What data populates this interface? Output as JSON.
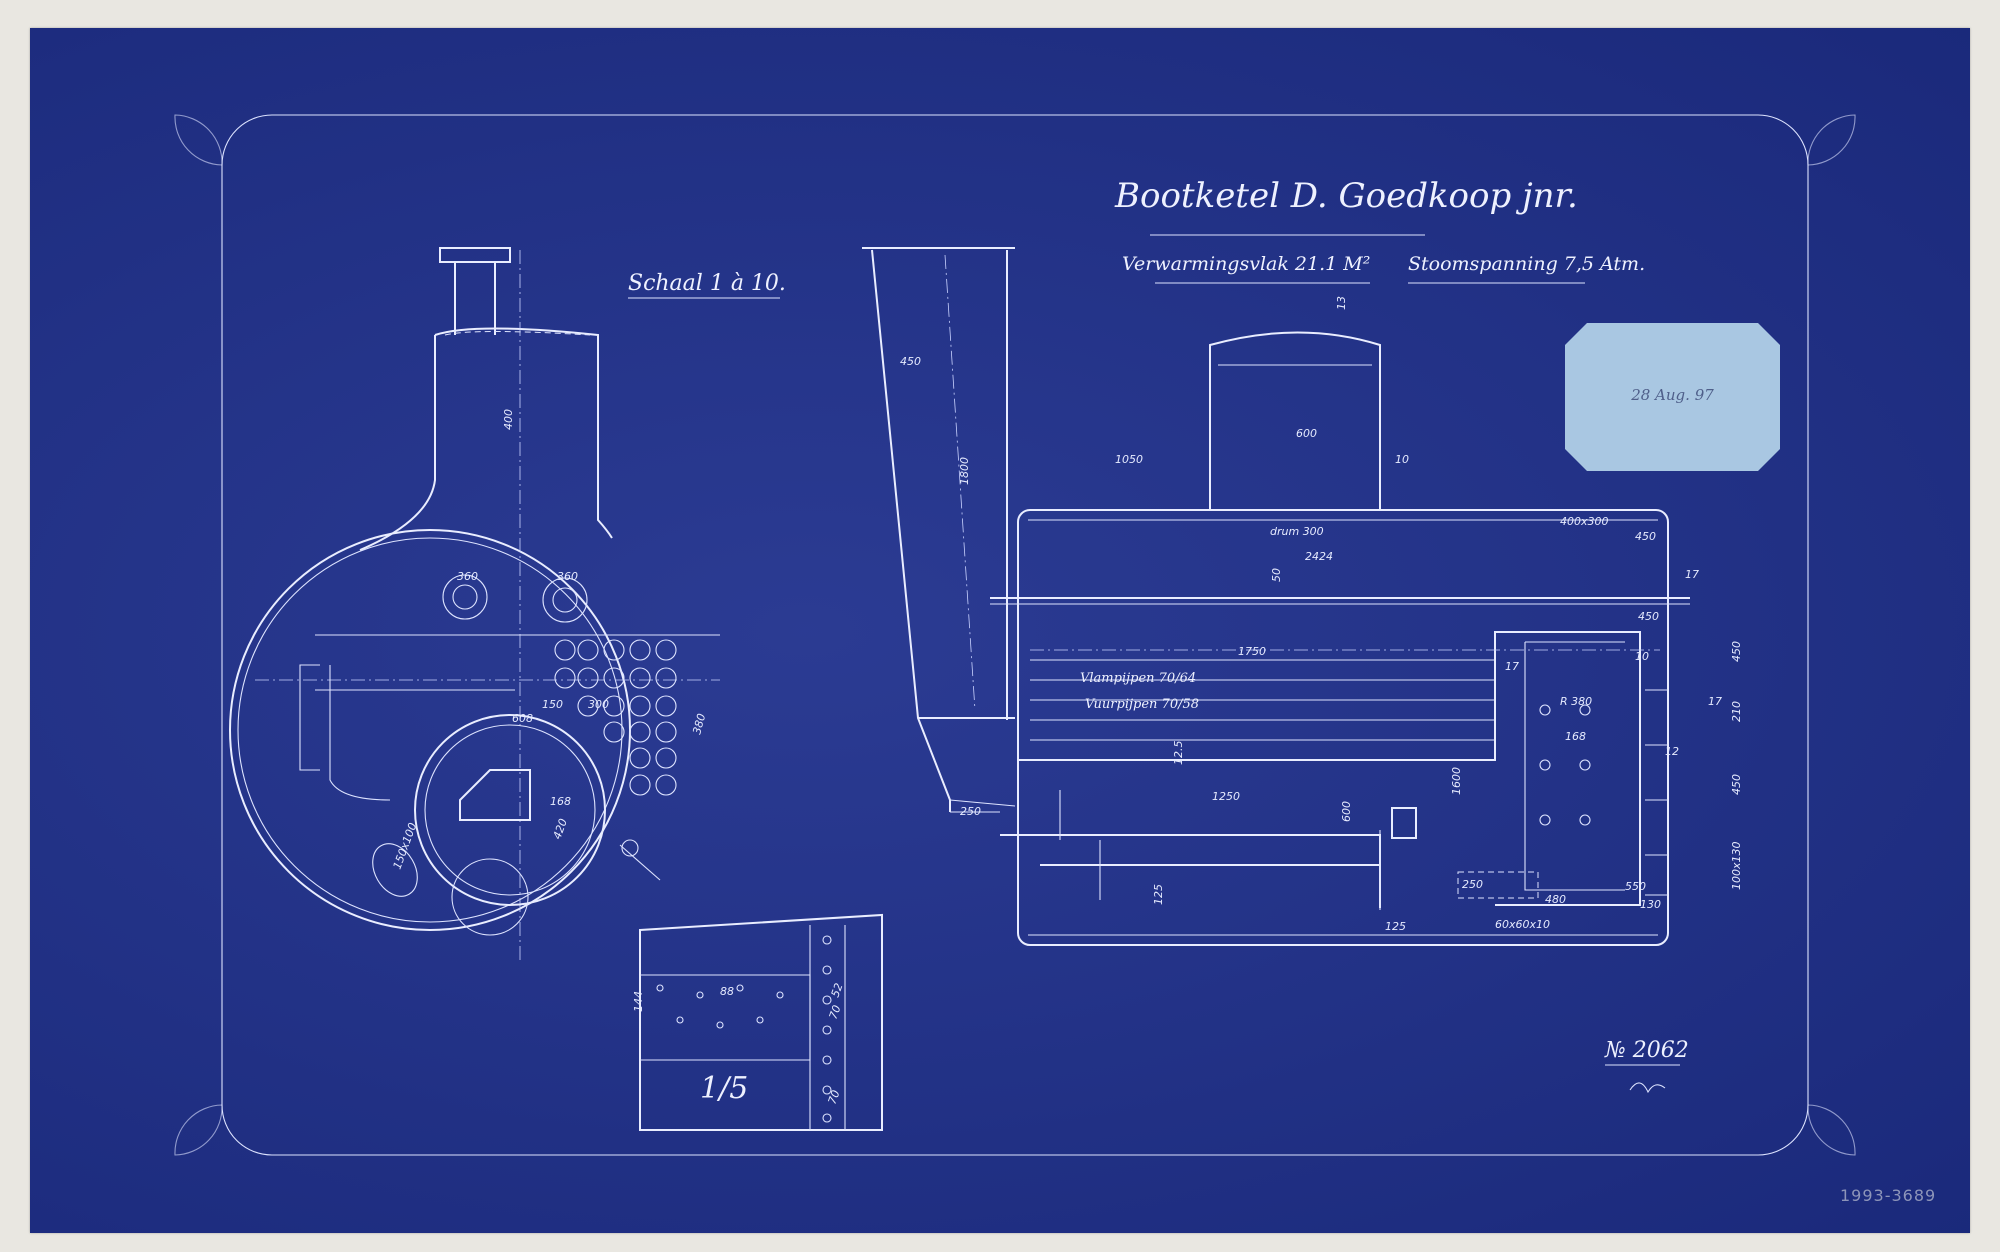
{
  "title": "Bootketel D. Goedkoop jnr.",
  "subtitle_left": "Verwarmingsvlak 21.1 M²",
  "subtitle_right": "Stoomspanning 7,5 Atm.",
  "scale": "Schaal 1 à 10.",
  "date_label": "28 Aug. 97",
  "drawing_number": "№ 2062",
  "detail_scale": "1/5",
  "archive_number": "1993-3689",
  "dimensions": {
    "front_view": [
      "400",
      "360",
      "360",
      "168",
      "420",
      "380",
      "150",
      "300",
      "150x100",
      "608"
    ],
    "chimney": [
      "450",
      "1800",
      "250"
    ],
    "side_view": [
      "1050",
      "600",
      "10",
      "13",
      "drum 300",
      "400x300",
      "450",
      "2424",
      "50",
      "17",
      "1750",
      "17",
      "450",
      "10",
      "17",
      "450",
      "210",
      "12",
      "450",
      "1250",
      "600",
      "1600",
      "R 380",
      "168",
      "250",
      "480",
      "550",
      "130",
      "100x130",
      "125",
      "60x60x10",
      "125",
      "12.5",
      "12.5"
    ],
    "detail": [
      "144",
      "88",
      "70",
      "52",
      "70"
    ]
  },
  "tube_labels": [
    "Vlampijpen 70/64",
    "Vuurpijpen 70/58"
  ]
}
